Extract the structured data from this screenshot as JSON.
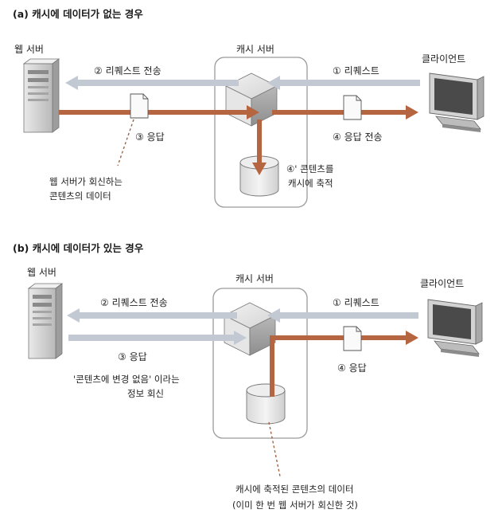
{
  "colors": {
    "gray_arrow": "#c3c9d3",
    "brown_arrow": "#b5653f",
    "cache_box_border": "#9a9a9a",
    "dashed": "#a0643f"
  },
  "icons": [
    "server-icon",
    "cache-cube-icon",
    "database-icon",
    "document-icon",
    "monitor-icon"
  ],
  "panel_a": {
    "heading": "(a) 캐시에 데이터가 없는 경우",
    "web_server_label": "웹 서버",
    "cache_server_label": "캐시 서버",
    "client_label": "클라이언트",
    "step1": "① 리퀘스트",
    "step2": "② 리퀘스트 전송",
    "step3": "③ 응답",
    "step4": "④ 응답 전송",
    "step4p_line1": "④' 콘텐츠를",
    "step4p_line2": "캐시에 축적",
    "note_line1": "웹 서버가 회신하는",
    "note_line2": "콘텐츠의 데이터"
  },
  "panel_b": {
    "heading": "(b) 캐시에 데이터가 있는 경우",
    "web_server_label": "웹 서버",
    "cache_server_label": "캐시 서버",
    "client_label": "클라이언트",
    "step1": "① 리퀘스트",
    "step2": "② 리퀘스트 전송",
    "step3": "③ 응답",
    "step4": "④ 응답",
    "note_line1": "'콘텐츠에 변경 없음' 이라는",
    "note_line2": "정보 회신",
    "cache_note_line1": "캐시에 축적된 콘텐츠의 데이터",
    "cache_note_line2": "(이미 한 번 웹 서버가 회신한 것)"
  }
}
